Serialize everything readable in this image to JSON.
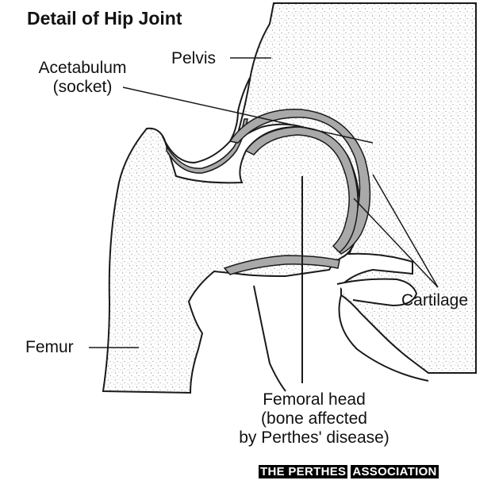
{
  "title": "Detail of Hip Joint",
  "labels": {
    "acetabulum_line1": "Acetabulum",
    "acetabulum_line2": "(socket)",
    "pelvis": "Pelvis",
    "cartilage": "Cartilage",
    "femur": "Femur",
    "femoral_head_line1": "Femoral head",
    "femoral_head_line2": "(bone affected",
    "femoral_head_line3": "by Perthes' disease)"
  },
  "credit": {
    "part1": "THE PERTHES",
    "part2": "ASSOCIATION"
  },
  "colors": {
    "line": "#1a1a1a",
    "bone_stipple": "#9a9a9a",
    "cartilage_fill": "#a9a9a9",
    "background": "#ffffff"
  }
}
